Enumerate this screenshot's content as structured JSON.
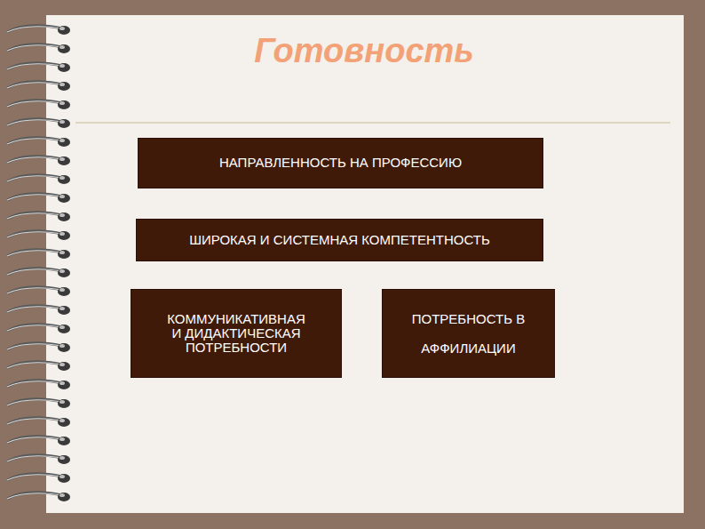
{
  "diagram": {
    "title": "Готовность",
    "nodes": [
      {
        "text": [
          "НАПРАВЛЕННОСТЬ НА ПРОФЕССИЮ"
        ]
      },
      {
        "text": [
          "ШИРОКАЯ И СИСТЕМНАЯ КОМПЕТЕНТНОСТЬ"
        ]
      },
      {
        "text": [
          "КОММУНИКАТИВНАЯ И ДИДАКТИЧЕСКАЯ ПОТРЕБНОСТИ"
        ]
      },
      {
        "text": [
          "ПОТРЕБНОСТЬ В АФФИЛИАЦИИ"
        ]
      }
    ]
  }
}
